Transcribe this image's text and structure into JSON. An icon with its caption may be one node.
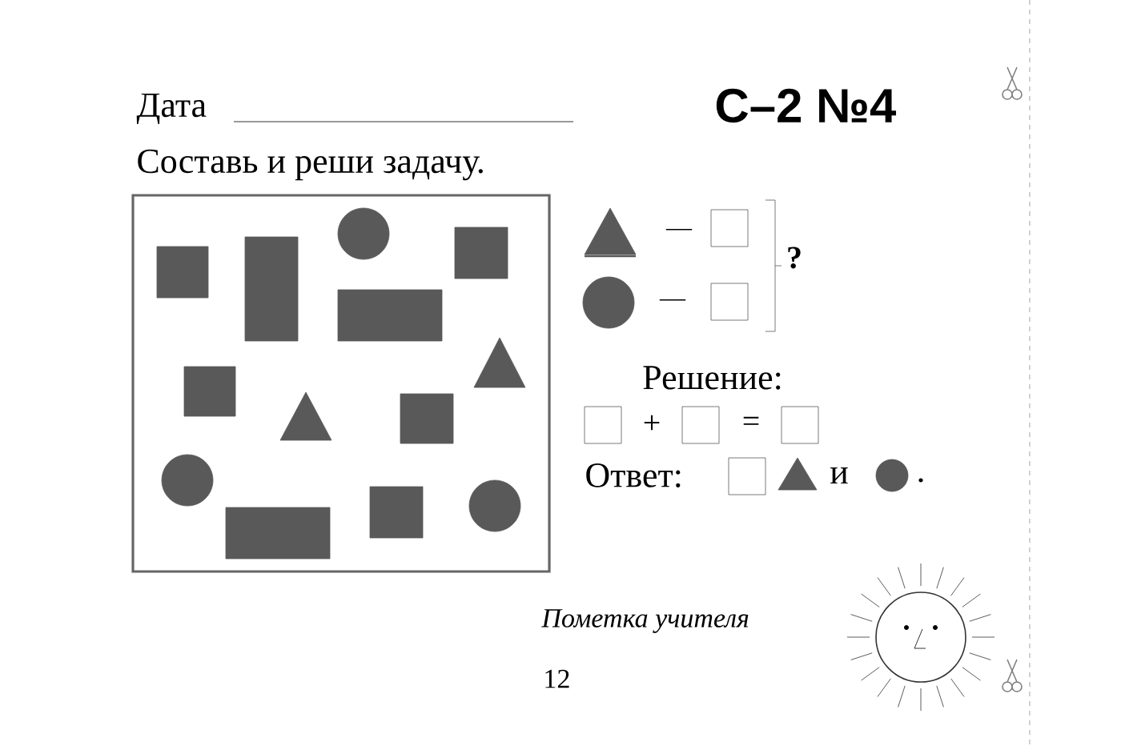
{
  "diagram": {
    "title": "С–2 №4",
    "labels": [
      "Дата",
      "Составь и реши задачу.",
      "—",
      "—",
      "?",
      "Решение:",
      "+",
      "=",
      "Ответ:",
      "и",
      ".",
      "Пометка учителя",
      "12"
    ]
  }
}
